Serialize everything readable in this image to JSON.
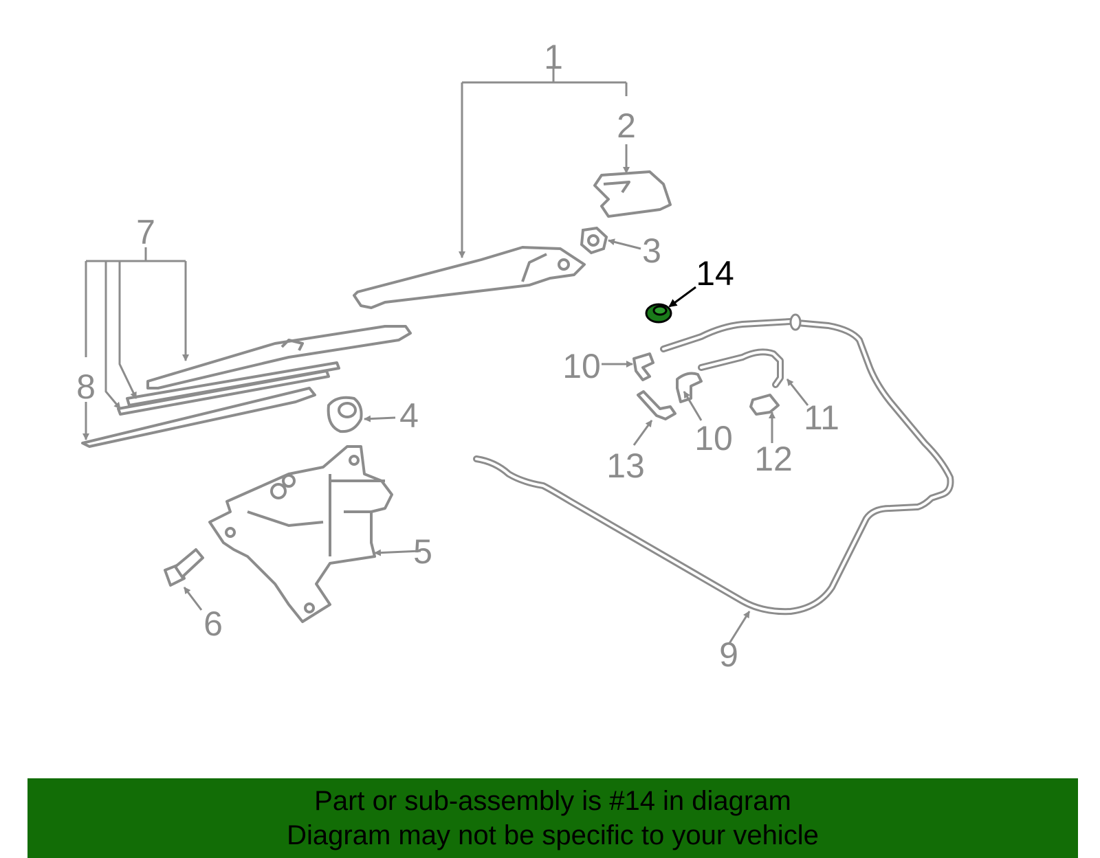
{
  "colors": {
    "part_gray": "#8c8c8c",
    "highlight_part": "#1a7a1a",
    "highlight_label": "#000000",
    "banner_bg": "#126d06",
    "banner_text": "#000000"
  },
  "callouts": {
    "c1": "1",
    "c2": "2",
    "c3": "3",
    "c4": "4",
    "c5": "5",
    "c6": "6",
    "c7": "7",
    "c8": "8",
    "c9": "9",
    "c10a": "10",
    "c10b": "10",
    "c11": "11",
    "c12": "12",
    "c13": "13",
    "c14": "14"
  },
  "banner": {
    "line1": "Part or sub-assembly is #14 in diagram",
    "line2": "Diagram may not be specific to your vehicle"
  }
}
